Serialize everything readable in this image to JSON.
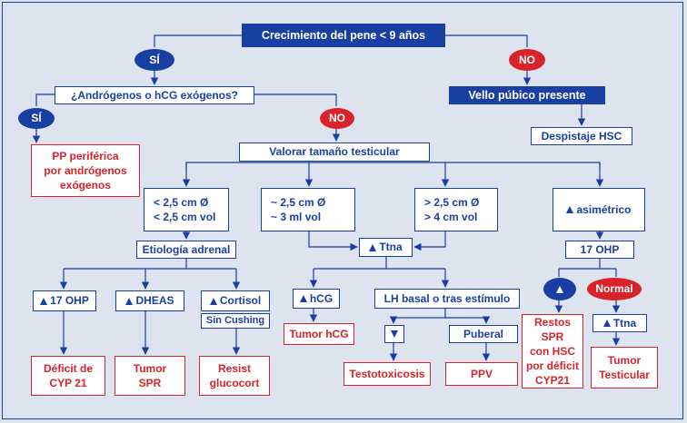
{
  "diagram": {
    "root": "Crecimiento del pene < 9 años",
    "yes": "SÍ",
    "no": "NO",
    "exogenous_question": "¿Andrógenos o hCG exógenos?",
    "pubic_hair": "Vello púbico presente",
    "hsc_screening": "Despistaje HSC",
    "pp_peripheral": [
      "PP periférica",
      "por andrógenos",
      "exógenos"
    ],
    "testicular_size": "Valorar tamaño testicular",
    "small": [
      "< 2,5 cm Ø",
      "< 2,5 cm vol"
    ],
    "medium": [
      "~ 2,5 cm Ø",
      "~ 3 ml vol"
    ],
    "large": [
      "> 2,5 cm Ø",
      "> 4 cm vol"
    ],
    "asymmetric": "asimétrico",
    "adrenal_etiology": "Etiología adrenal",
    "ttna": "Ttna",
    "ohp17": "17 OHP",
    "ohp17_up": "17 OHP",
    "dheas": "DHEAS",
    "cortisol": "Cortisol",
    "no_cushing": "Sin Cushing",
    "hcg": "hCG",
    "lh_basal": "LH basal o tras estímulo",
    "pubertal": "Puberal",
    "normal": "Normal",
    "deficit_cyp21": [
      "Déficit de",
      "CYP 21"
    ],
    "tumor_spr": [
      "Tumor",
      "SPR"
    ],
    "resist_glucocort": [
      "Resist",
      "glucocort"
    ],
    "tumor_hcg": "Tumor hCG",
    "testotoxicosis": "Testotoxicosis",
    "ppv": "PPV",
    "restos_spr": [
      "Restos SPR",
      "con HSC",
      "por déficit",
      "CYP21"
    ],
    "tumor_testicular": [
      "Tumor",
      "Testicular"
    ]
  }
}
